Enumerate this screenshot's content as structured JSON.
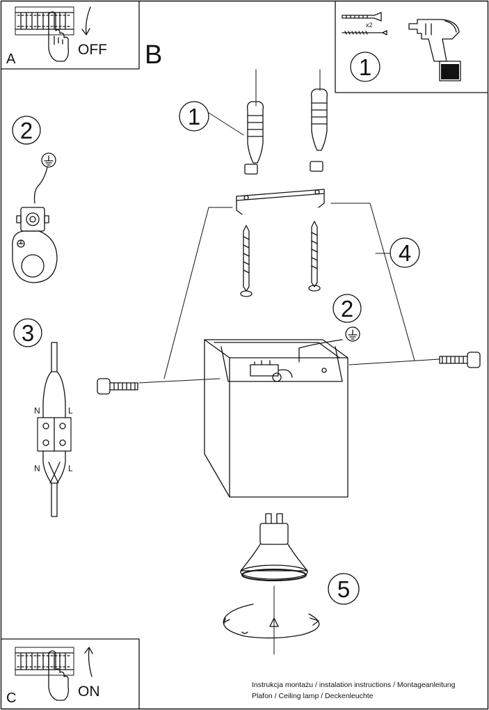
{
  "panel_a": {
    "letter": "A",
    "switch_state": "OFF"
  },
  "panel_b": {
    "letter": "B"
  },
  "panel_c": {
    "letter": "C",
    "switch_state": "ON"
  },
  "tools": {
    "step": "1",
    "quantity": "x2"
  },
  "steps": {
    "earth": "2",
    "wiring": "3",
    "anchors": "1",
    "mounting": "4",
    "inner_earth": "2",
    "bulb": "5"
  },
  "wiring_labels": {
    "neutral_top": "N",
    "live_top": "L",
    "neutral_bottom": "N",
    "live_bottom": "L"
  },
  "footer": {
    "line1": "Instrukcja montażu / instalation instructions / Montageanleitung",
    "line2": "Plafon / Ceiling lamp / Deckenleuchte"
  },
  "icons": [
    "circuit-breaker-icon",
    "hand-icon",
    "arrow-icon",
    "drill-icon",
    "wall-plug-icon",
    "screw-icon",
    "ground-icon",
    "terminal-block-icon",
    "bulb-icon",
    "rotate-arrow-icon"
  ]
}
